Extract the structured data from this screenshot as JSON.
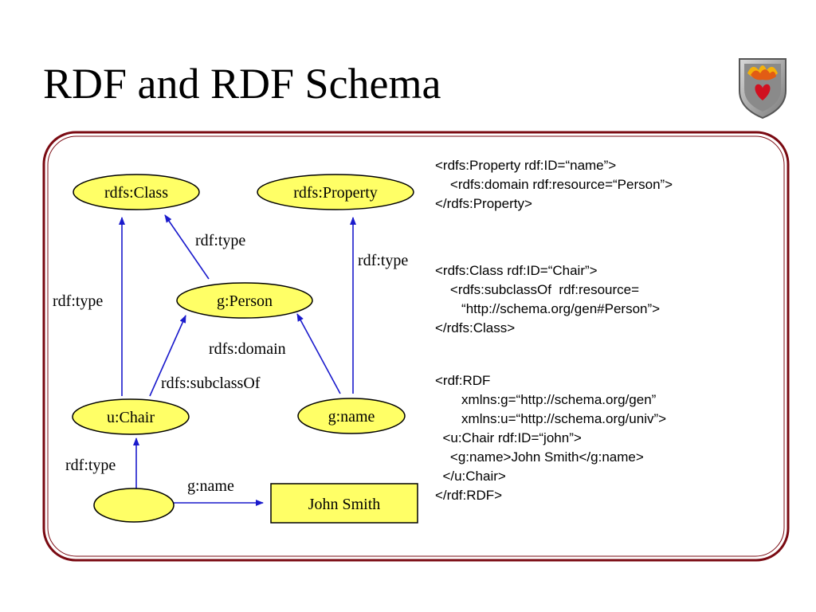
{
  "slide": {
    "title": "RDF and RDF Schema"
  },
  "colors": {
    "frame": "#7a0a12",
    "node_fill": "#ffff66",
    "arrow": "#1a1acc"
  },
  "diagram": {
    "nodes": {
      "rdfs_class": "rdfs:Class",
      "rdfs_property": "rdfs:Property",
      "g_person": "g:Person",
      "u_chair": "u:Chair",
      "g_name": "g:name",
      "blank": "",
      "john_smith": "John Smith"
    },
    "edges": {
      "person_to_class": "rdf:type",
      "name_to_property": "rdf:type",
      "chair_to_class": "rdf:type",
      "chair_to_person": "rdfs:subclassOf",
      "name_to_person": "rdfs:domain",
      "blank_to_chair": "rdf:type",
      "blank_to_john": "g:name"
    }
  },
  "code": {
    "block1": [
      "<rdfs:Property rdf:ID=“name”>",
      "    <rdfs:domain rdf:resource=“Person”>",
      "</rdfs:Property>"
    ],
    "block2": [
      "<rdfs:Class rdf:ID=“Chair”>",
      "    <rdfs:subclassOf  rdf:resource=",
      "       “http://schema.org/gen#Person”>",
      "</rdfs:Class>"
    ],
    "block3": [
      "<rdf:RDF",
      "       xmlns:g=“http://schema.org/gen”",
      "       xmlns:u=“http://schema.org/univ”>",
      "  <u:Chair rdf:ID=“john”>",
      "    <g:name>John Smith</g:name>",
      "  </u:Chair>",
      "</rdf:RDF>"
    ]
  }
}
